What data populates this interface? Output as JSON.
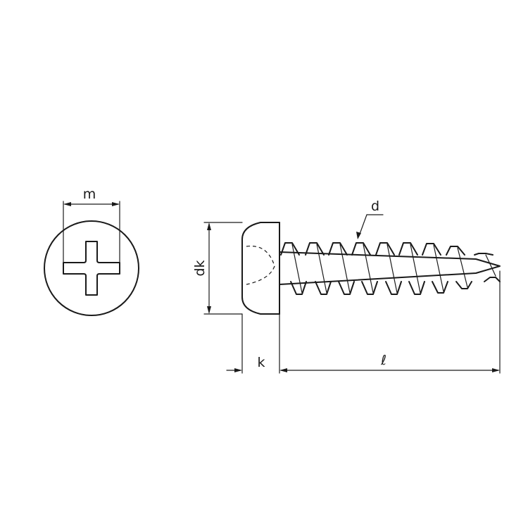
{
  "labels": {
    "m": "m",
    "dk": "dk",
    "k": "k",
    "l": "ℓ",
    "d": "d"
  },
  "colors": {
    "line": "#1a1a1a",
    "background": "#ffffff"
  }
}
